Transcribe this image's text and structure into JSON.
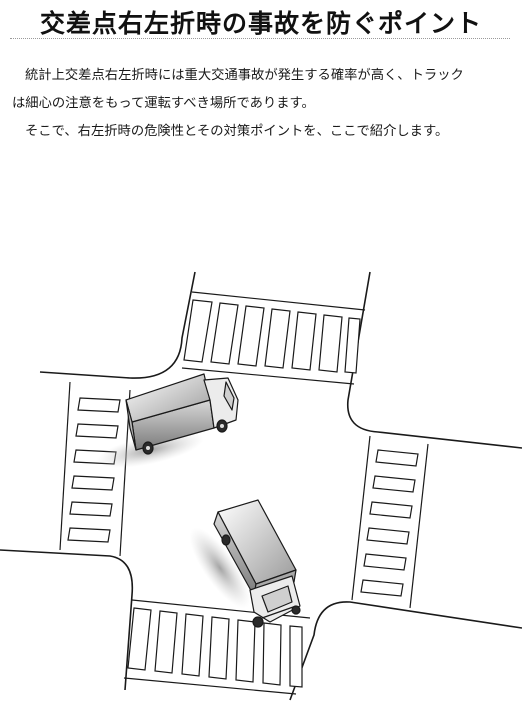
{
  "title": "交差点右左折時の事故を防ぐポイント",
  "paragraph": {
    "line1": "統計上交差点右左折時には重大交通事故が発生する確率が高く、トラック",
    "line2": "は細心の注意をもって運転すべき場所であります。",
    "line3": "そこで、右左折時の危険性とその対策ポイントを、ここで紹介します。"
  },
  "colors": {
    "text": "#111111",
    "road_line": "#1a1a1a",
    "truck_shade": "#8c8c8c",
    "shadow": "#b5b5b5"
  }
}
